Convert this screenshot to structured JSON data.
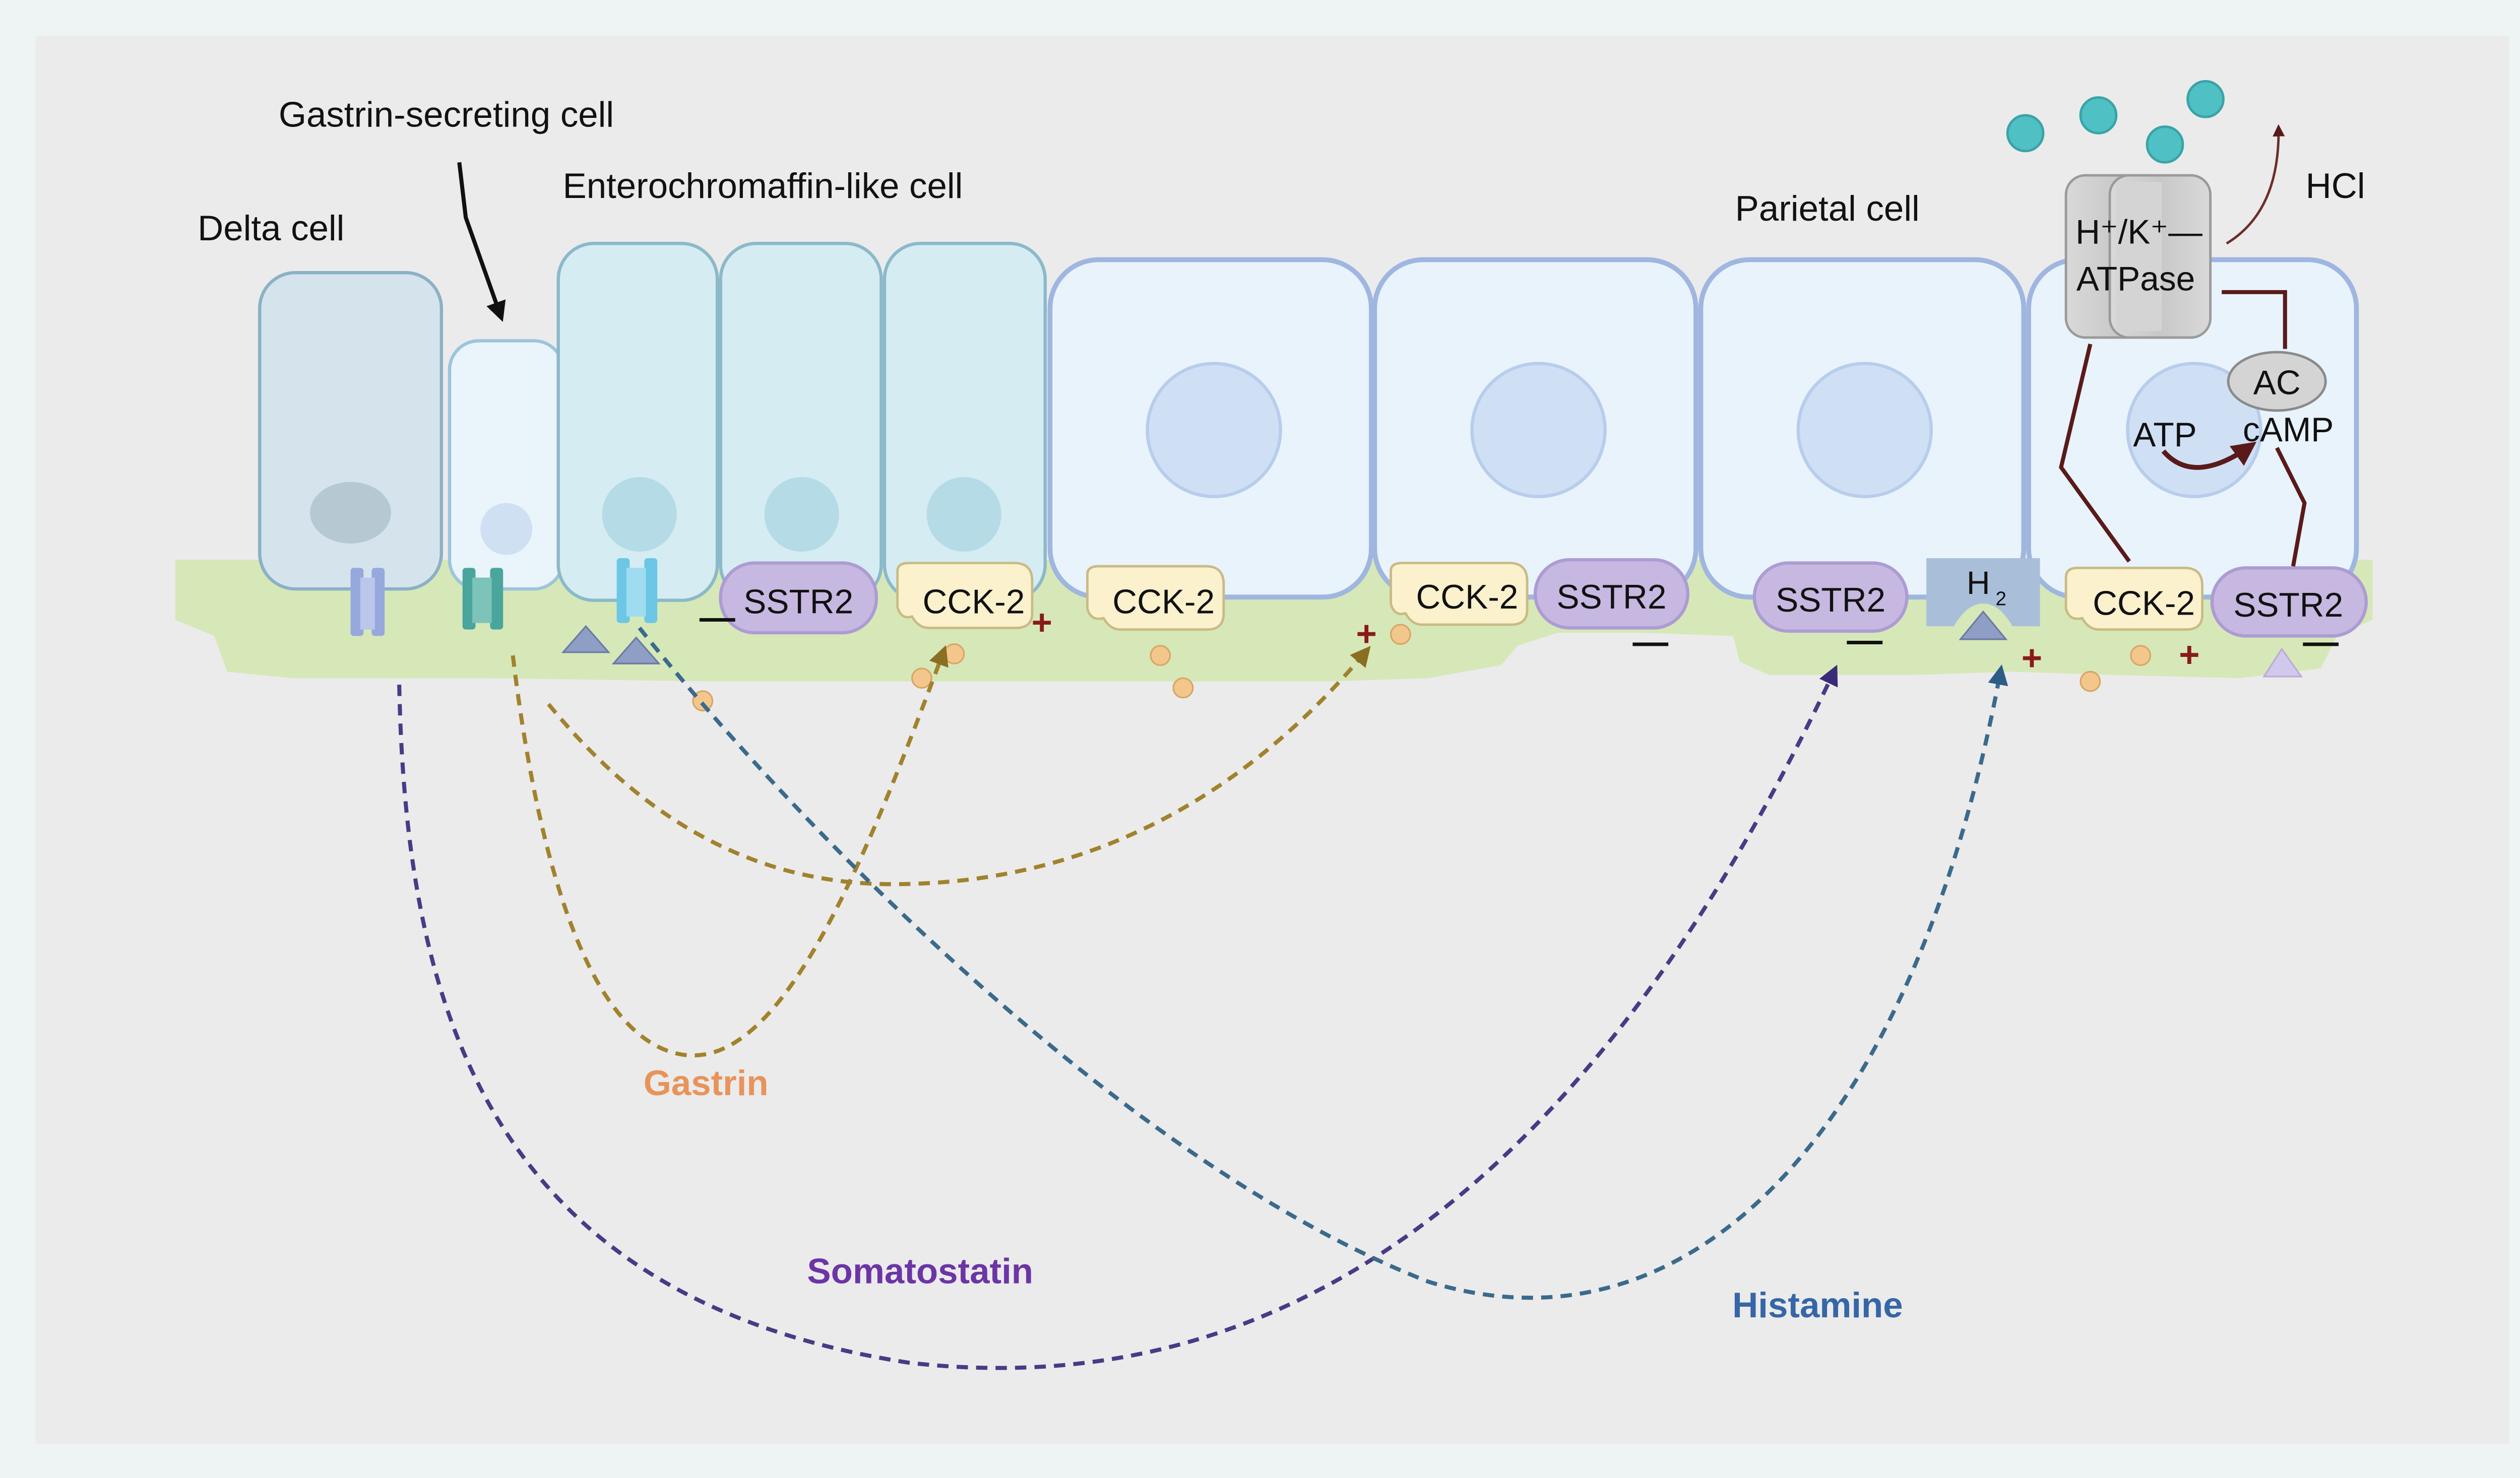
{
  "labels": {
    "gastrin_cell": "Gastrin-secreting cell",
    "ecl_cell": "Enterochromaffin-like cell",
    "delta_cell": "Delta cell",
    "parietal_cell": "Parietal cell",
    "hcl": "HCl",
    "pump_line1": "H⁺/K⁺—",
    "pump_line2": "ATPase",
    "ac": "AC",
    "atp": "ATP",
    "camp": "cAMP"
  },
  "receptors": {
    "sstr2": "SSTR2",
    "cck2": "CCK-2",
    "h2": "H",
    "h2_sub": "2"
  },
  "signs": {
    "plus": "+",
    "minus": "—"
  },
  "pathways": {
    "gastrin": "Gastrin",
    "somatostatin": "Somatostatin",
    "histamine": "Histamine"
  },
  "colors": {
    "gastrin": "#a1822d",
    "gastrin_label": "#e8935a",
    "somatostatin": "#4a3a86",
    "somatostatin_label": "#6b35a6",
    "histamine": "#3a6a8c",
    "histamine_label": "#3566a8",
    "plus": "#8a1a1a",
    "parietal_signal": "#5a1a1a",
    "membrane": "#d6e8b8"
  }
}
